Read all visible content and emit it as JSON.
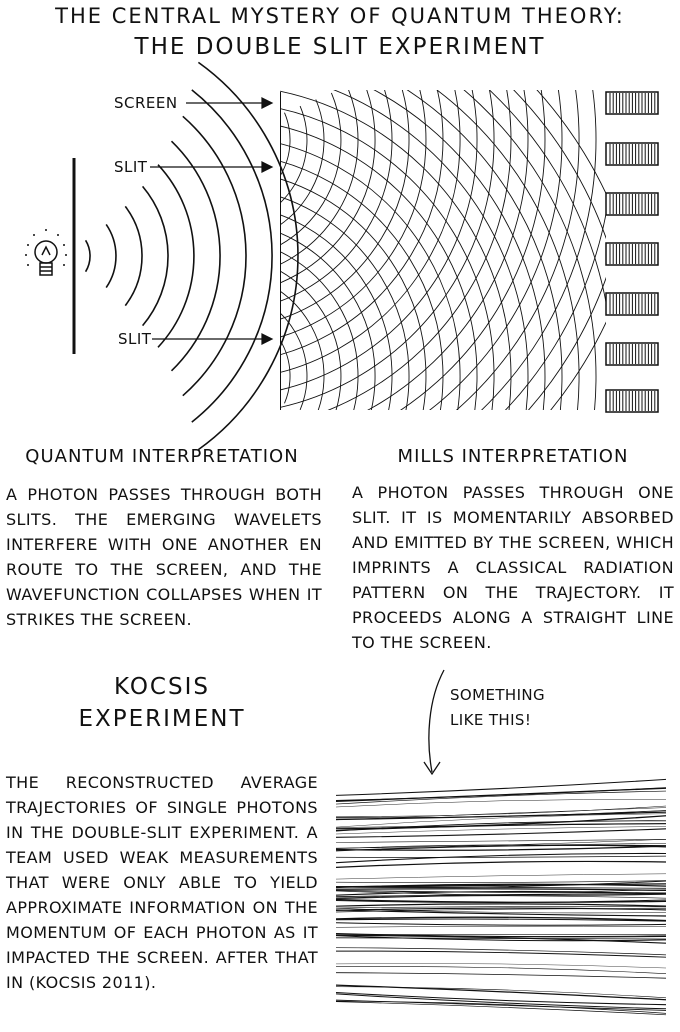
{
  "title": {
    "line1": "THE CENTRAL MYSTERY OF QUANTUM THEORY:",
    "line2": "THE DOUBLE SLIT EXPERIMENT"
  },
  "diagram": {
    "labels": {
      "screen": "SCREEN",
      "slit_top": "SLIT",
      "slit_bottom": "SLIT"
    },
    "icons": [
      "light-bulb-icon"
    ]
  },
  "quantum": {
    "heading": "QUANTUM INTERPRETATION",
    "text": "A PHOTON PASSES THROUGH BOTH SLITS. THE EMERGING WAVELETS INTERFERE WITH ONE ANOTHER EN ROUTE TO THE SCREEN, AND THE WAVEFUNCTION COLLAPSES WHEN IT STRIKES THE SCREEN."
  },
  "mills": {
    "heading": "MILLS INTERPRETATION",
    "text": "A PHOTON PASSES THROUGH ONE SLIT. IT IS MOMENTARILY ABSORBED AND EMITTED BY THE SCREEN, WHICH IMPRINTS A CLASSICAL RADIATION PATTERN ON THE TRAJECTORY. IT PROCEEDS ALONG A STRAIGHT LINE TO THE SCREEN."
  },
  "kocsis": {
    "heading_line1": "KOCSIS",
    "heading_line2": "EXPERIMENT",
    "text": "THE RECONSTRUCTED AVERAGE TRAJECTORIES OF SINGLE PHOTONS IN THE DOUBLE-SLIT EXPERIMENT. A TEAM USED WEAK MEASUREMENTS THAT WERE ONLY ABLE TO YIELD APPROXIMATE INFORMATION ON THE MOMENTUM OF EACH PHOTON AS IT IMPACTED THE SCREEN. AFTER THAT IN (KOCSIS 2011).",
    "note_line1": "SOMETHING",
    "note_line2": "LIKE THIS!"
  }
}
